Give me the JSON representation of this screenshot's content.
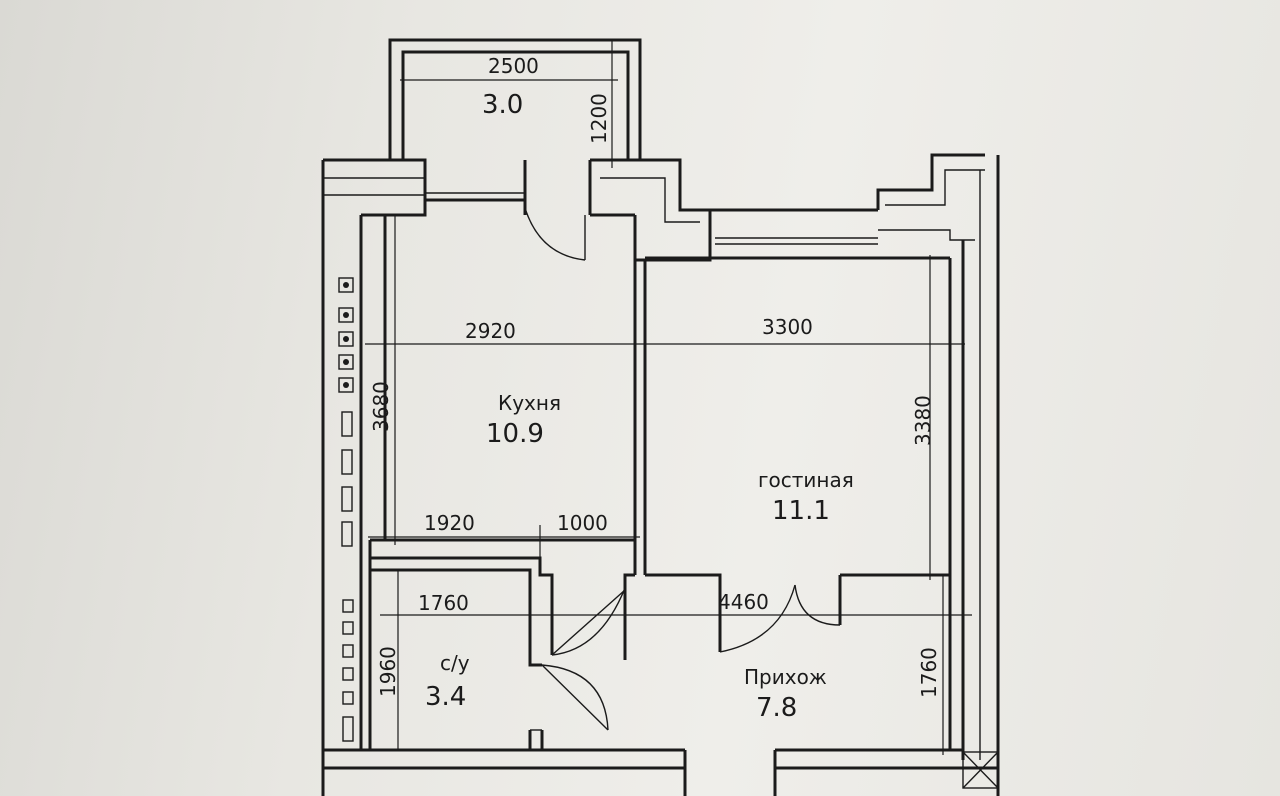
{
  "plan": {
    "rooms": [
      {
        "key": "balcony",
        "name": "",
        "area": "3.0"
      },
      {
        "key": "kitchen",
        "name": "Кухня",
        "area": "10.9"
      },
      {
        "key": "living",
        "name": "гостиная",
        "area": "11.1"
      },
      {
        "key": "bath",
        "name": "с/у",
        "area": "3.4"
      },
      {
        "key": "hall",
        "name": "Прихож",
        "area": "7.8"
      }
    ],
    "dimensions": {
      "balcony_width": "2500",
      "balcony_depth": "1200",
      "kitchen_width": "2920",
      "living_width": "3300",
      "kitchen_depth": "3680",
      "living_depth": "3380",
      "bath_top_width": "1920",
      "corridor_width": "1000",
      "bath_inner_width": "1760",
      "bath_depth": "1960",
      "hall_width": "4460",
      "hall_depth": "1760"
    }
  }
}
